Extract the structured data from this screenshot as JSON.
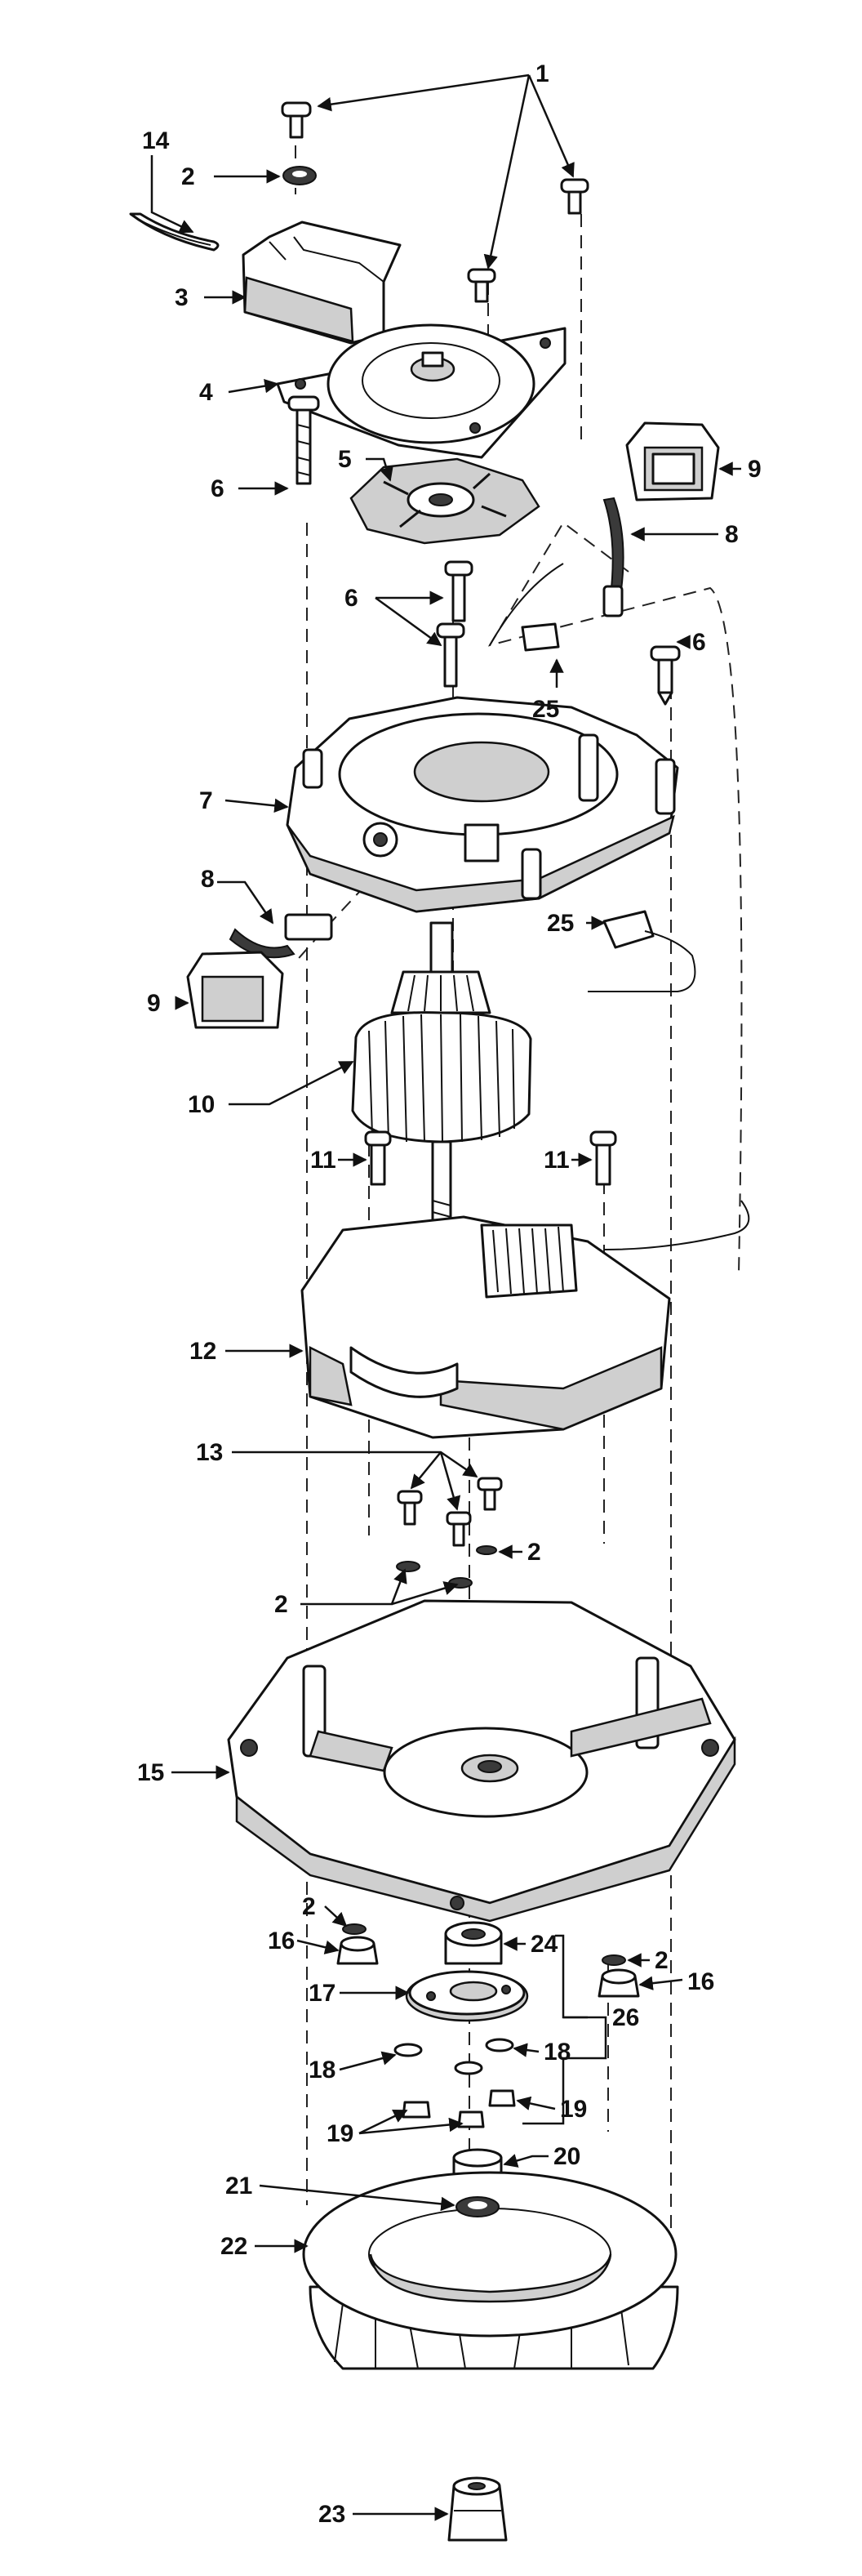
{
  "labels": {
    "l1": "1",
    "l2a": "2",
    "l2b": "2",
    "l2c": "2",
    "l2d": "2",
    "l2e": "2",
    "l3": "3",
    "l4": "4",
    "l5": "5",
    "l6a": "6",
    "l6b": "6",
    "l6c": "6",
    "l7": "7",
    "l8a": "8",
    "l8b": "8",
    "l9a": "9",
    "l9b": "9",
    "l10": "10",
    "l11a": "11",
    "l11b": "11",
    "l12": "12",
    "l13": "13",
    "l14": "14",
    "l15": "15",
    "l16a": "16",
    "l16b": "16",
    "l17": "17",
    "l18a": "18",
    "l18b": "18",
    "l19a": "19",
    "l19b": "19",
    "l20": "20",
    "l21": "21",
    "l22": "22",
    "l23": "23",
    "l24": "24",
    "l25a": "25",
    "l25b": "25",
    "l26": "26"
  }
}
